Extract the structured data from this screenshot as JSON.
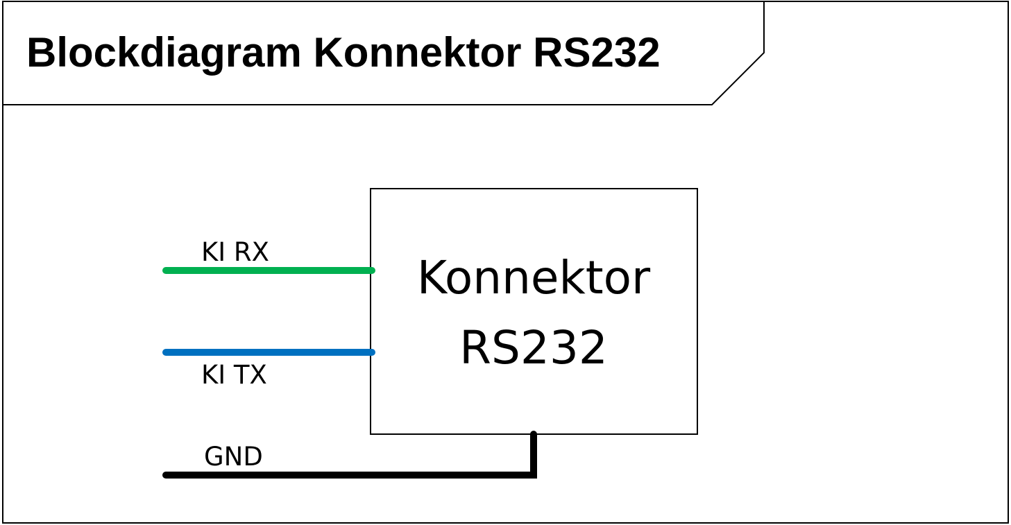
{
  "diagram": {
    "title": "Blockdiagram Konnektor RS232",
    "block": {
      "line1": "Konnektor",
      "line2": "RS232"
    },
    "signals": [
      {
        "label": "KI RX",
        "color": "#00b050"
      },
      {
        "label": "KI TX",
        "color": "#0070c0"
      },
      {
        "label": "GND",
        "color": "#000000"
      }
    ]
  }
}
